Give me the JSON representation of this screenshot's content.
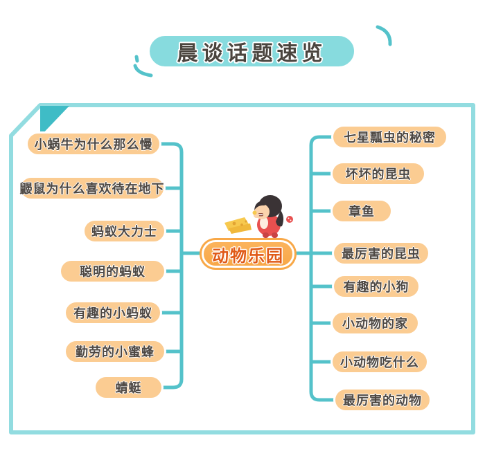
{
  "title": "晨谈话题速览",
  "center_node": {
    "label": "动物乐园"
  },
  "left_branches": [
    "小蜗牛为什么那么慢",
    "鼹鼠为什么喜欢待在地下",
    "蚂蚁大力士",
    "聪明的蚂蚁",
    "有趣的小蚂蚁",
    "勤劳的小蜜蜂",
    "蜻蜓"
  ],
  "right_branches": [
    "七星瓢虫的秘密",
    "坏坏的昆虫",
    "章鱼",
    "最厉害的昆虫",
    "有趣的小狗",
    "小动物的家",
    "小动物吃什么",
    "最厉害的动物"
  ],
  "illustration": "girl-eating-cheese-icon",
  "colors": {
    "line": "#54C2CA",
    "frame": "#92DCE0",
    "fold": "#3FBCC6",
    "title-fill": "#87DBDE",
    "title-text": "#4A443E",
    "pill-fill": "#FBCC92",
    "pill-text": "#4E4843",
    "center-fill": "#F8A848",
    "center-text": "#E05A17"
  }
}
